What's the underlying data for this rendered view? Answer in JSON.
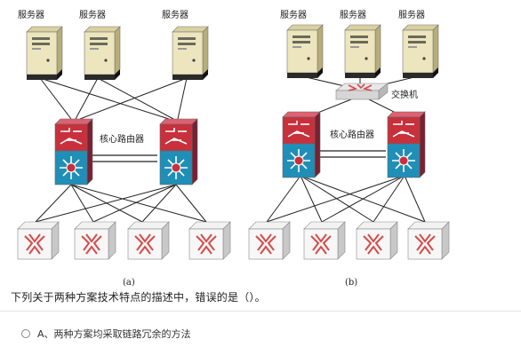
{
  "diagram_a": {
    "server_label": "服务器",
    "core_router_label": "核心路由器",
    "caption": "(a)"
  },
  "diagram_b": {
    "server_label": "服务器",
    "switch_label": "交换机",
    "core_router_label": "核心路由器",
    "caption": "(b)"
  },
  "question": {
    "text": "下列关于两种方案技术特点的描述中，错误的是（）。"
  },
  "options": [
    {
      "letter": "A",
      "text": "A、两种方案均采取链路冗余的方法"
    }
  ],
  "colors": {
    "router_red": "#c8303c",
    "router_blue": "#1f8fb8",
    "switch_red": "#d84a4a",
    "server_beige": "#e7dfb0"
  }
}
